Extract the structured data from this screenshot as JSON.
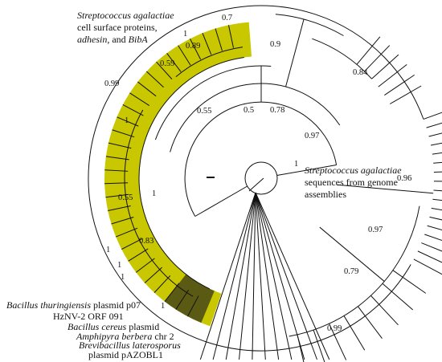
{
  "colors": {
    "highlight": "#c9c800",
    "dark_highlight": "#5a5a14",
    "line": "#111111",
    "background": "#ffffff"
  },
  "labels": {
    "strep_top": {
      "line1": "Streptococcus agalactiae",
      "line2": "cell surface proteins,",
      "line3_italic_a": "adhesin",
      "line3_mid": ", and ",
      "line3_italic_b": "BibA"
    },
    "strep_right": {
      "line1": "Streptococcus agalactiae",
      "line2": "sequences from genome",
      "line3": "assemblies"
    },
    "bt_plasmid": {
      "italic": "Bacillus thuringiensis",
      "rest": " plasmid p07"
    },
    "hznv": "HzNV-2 ORF 091",
    "bc_plasmid": {
      "italic": "Bacillus cereus",
      "rest": " plasmid"
    },
    "amphipyra": {
      "italic": "Amphipyra berbera",
      "rest": " chr 2"
    },
    "brevibacillus": "Brevibacillus laterosporus",
    "pazobl1": "plasmid pAZOBL1"
  },
  "support_values": [
    "0.7",
    "0.9",
    "0.89",
    "0.59",
    "0.99",
    "0.84",
    "0.55",
    "0.5",
    "0.78",
    "0.97",
    "1",
    "1",
    "1",
    "0.96",
    "0.97",
    "0.79",
    "1",
    "0.55",
    "0.83",
    "1",
    "1",
    "1",
    "1",
    "0.99"
  ]
}
